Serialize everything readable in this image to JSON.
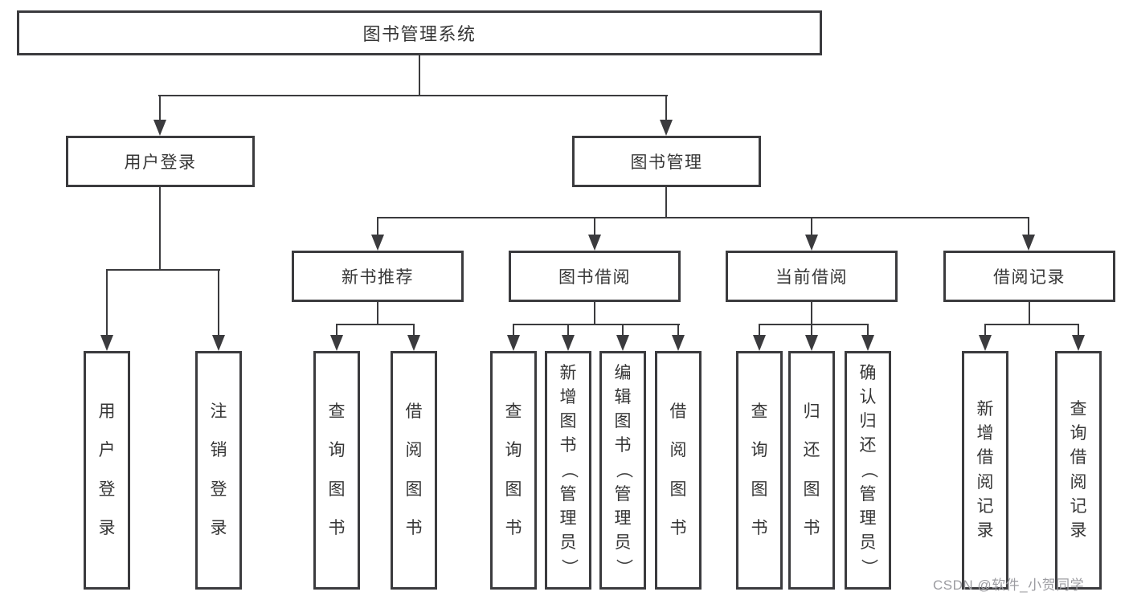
{
  "tree": {
    "label": "图书管理系统",
    "children": [
      {
        "label": "用户登录",
        "children": [
          {
            "label": "用户登录"
          },
          {
            "label": "注销登录"
          }
        ]
      },
      {
        "label": "图书管理",
        "children": [
          {
            "label": "新书推荐",
            "children": [
              {
                "label": "查询图书"
              },
              {
                "label": "借阅图书"
              }
            ]
          },
          {
            "label": "图书借阅",
            "children": [
              {
                "label": "查询图书"
              },
              {
                "label": "新增图书（管理员）"
              },
              {
                "label": "编辑图书（管理员）"
              },
              {
                "label": "借阅图书"
              }
            ]
          },
          {
            "label": "当前借阅",
            "children": [
              {
                "label": "查询图书"
              },
              {
                "label": "归还图书"
              },
              {
                "label": "确认归还（管理员）"
              }
            ]
          },
          {
            "label": "借阅记录",
            "children": [
              {
                "label": "新增借阅记录"
              },
              {
                "label": "查询借阅记录"
              }
            ]
          }
        ]
      }
    ]
  },
  "watermark": {
    "text": "CSDN @软件_小贺同学"
  },
  "colors": {
    "line": "#3b3b3e",
    "text": "#363636",
    "watermark": "#9c9ca1",
    "bg": "#ffffff"
  }
}
